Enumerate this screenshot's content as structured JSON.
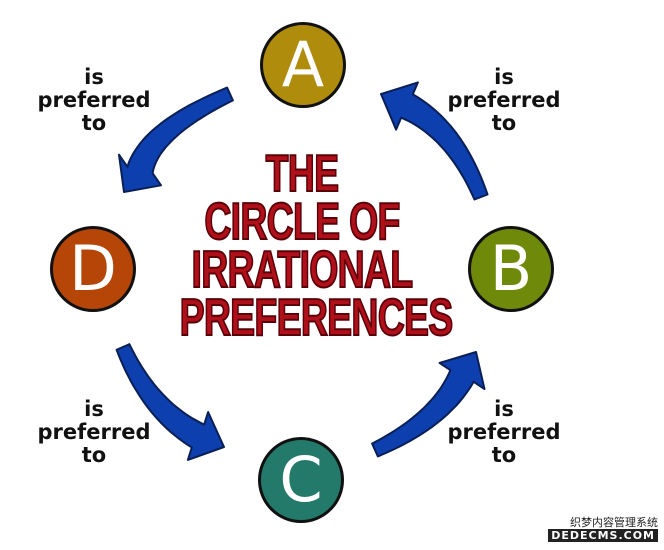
{
  "diagram": {
    "title_lines": [
      "THE",
      "CIRCLE OF",
      "IRRATIONAL",
      "PREFERENCES"
    ],
    "nodes": {
      "a": {
        "label": "A",
        "color": "#b08c0c"
      },
      "b": {
        "label": "B",
        "color": "#6f8a0a"
      },
      "c": {
        "label": "C",
        "color": "#23796a"
      },
      "d": {
        "label": "D",
        "color": "#b54608"
      }
    },
    "edge_label_lines": [
      "is",
      "preferred",
      "to"
    ],
    "arrow_color": "#0d3fae",
    "arrow_outline": "#0a1f55"
  },
  "watermark": {
    "line1": "织梦内容管理系统",
    "line2": "DEDECMS.COM"
  }
}
